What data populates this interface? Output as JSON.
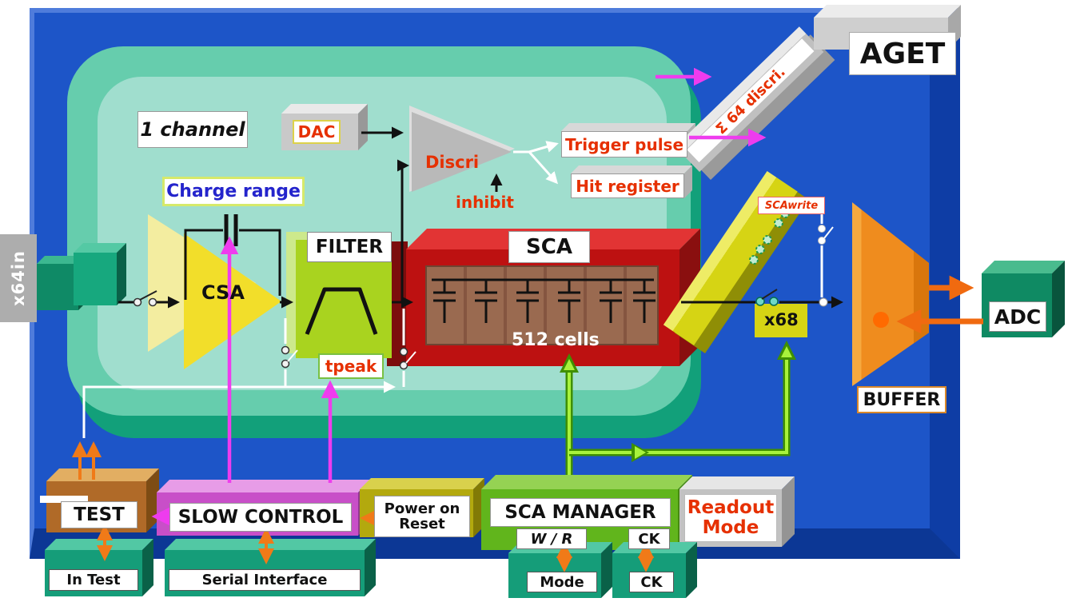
{
  "diagram": {
    "chip": "AGET",
    "channel_label": "1 channel",
    "input_label": "x64in",
    "charge_range": "Charge range",
    "csa": "CSA",
    "dac": "DAC",
    "filter": "FILTER",
    "tpeak": "tpeak",
    "discri": "Discri",
    "inhibit": "inhibit",
    "trigger_pulse": "Trigger pulse",
    "hit_register": "Hit register",
    "sca": "SCA",
    "sca_cells": "512 cells",
    "sum_discri": "Σ 64 discri.",
    "sca_write": "SCAwrite",
    "x68": "x68",
    "buffer": "BUFFER",
    "adc": "ADC",
    "test": "TEST",
    "slow_control": "SLOW CONTROL",
    "power_on": "Power on",
    "reset": "Reset",
    "sca_manager": "SCA MANAGER",
    "write_read": "W / R",
    "clock": "CK",
    "readout": "Readout",
    "readout_mode": "Mode",
    "pad_in_test": "In Test",
    "pad_serial": "Serial Interface",
    "pad_mode": "Mode",
    "pad_ck": "CK"
  },
  "colors": {
    "chip_blue": "#1d55c8",
    "chip_blue_dark": "#0e3da5",
    "channel_teal": "#66cdad",
    "channel_teal_dark": "#12a07a",
    "csa_yellow": "#f2de2a",
    "filter_green": "#a9d31f",
    "sca_red": "#bd1111",
    "sca_inner_brown": "#9a6a50",
    "buffer_orange": "#ef8c1e",
    "adc_teal": "#0f8a63",
    "test_brown": "#b06a28",
    "slow_control_magenta": "#c84fc8",
    "power_reset_olive": "#b3a90e",
    "sca_manager_green": "#61b51c",
    "readout_gray": "#c2c2c2",
    "pad_teal": "#159d79",
    "accent_red_text": "#e63000",
    "accent_blue_text": "#2424cc",
    "arrow_magenta": "#ee3cee",
    "arrow_orange": "#f07a18",
    "arrow_green": "#a8f23c"
  }
}
